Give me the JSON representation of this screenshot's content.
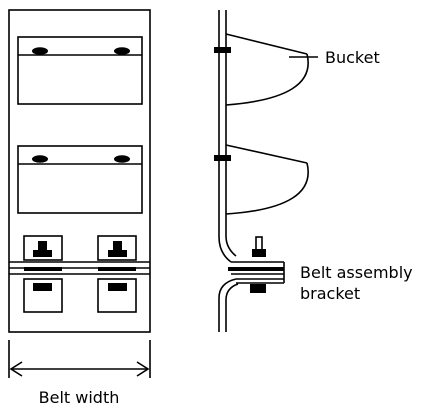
{
  "labels": {
    "bucket": "Bucket",
    "bracket_line1": "Belt assembly",
    "bracket_line2": "bracket",
    "belt_width": "Belt width"
  }
}
